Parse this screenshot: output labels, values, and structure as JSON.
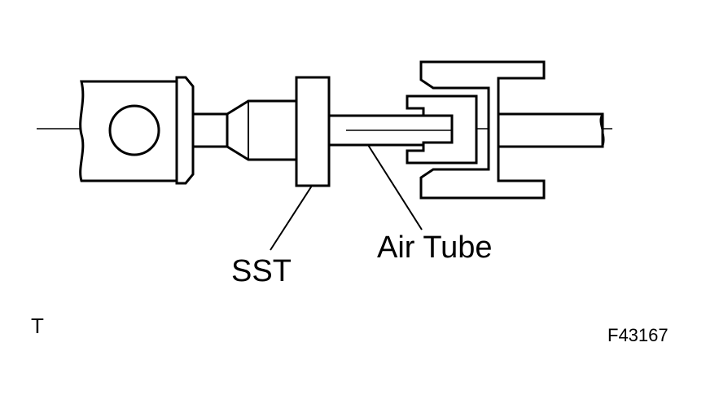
{
  "labels": {
    "sst": "SST",
    "air_tube": "Air Tube",
    "corner_mark": "T",
    "figure_code": "F43167"
  },
  "colors": {
    "stroke": "#000000",
    "background": "#ffffff"
  }
}
